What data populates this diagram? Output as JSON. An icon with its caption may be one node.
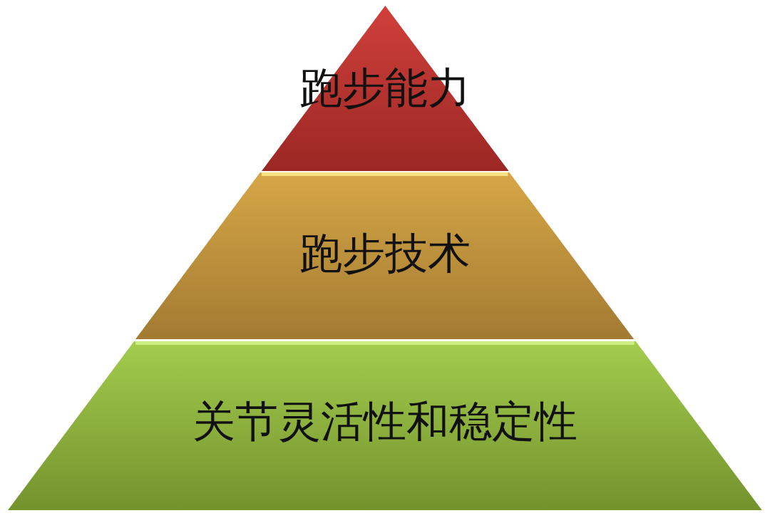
{
  "diagram": {
    "nodes": [
      {
        "text": [
          "跑步能力"
        ]
      },
      {
        "text": [
          "跑步技术"
        ]
      },
      {
        "text": [
          "关节灵活性和稳定性"
        ]
      }
    ]
  }
}
